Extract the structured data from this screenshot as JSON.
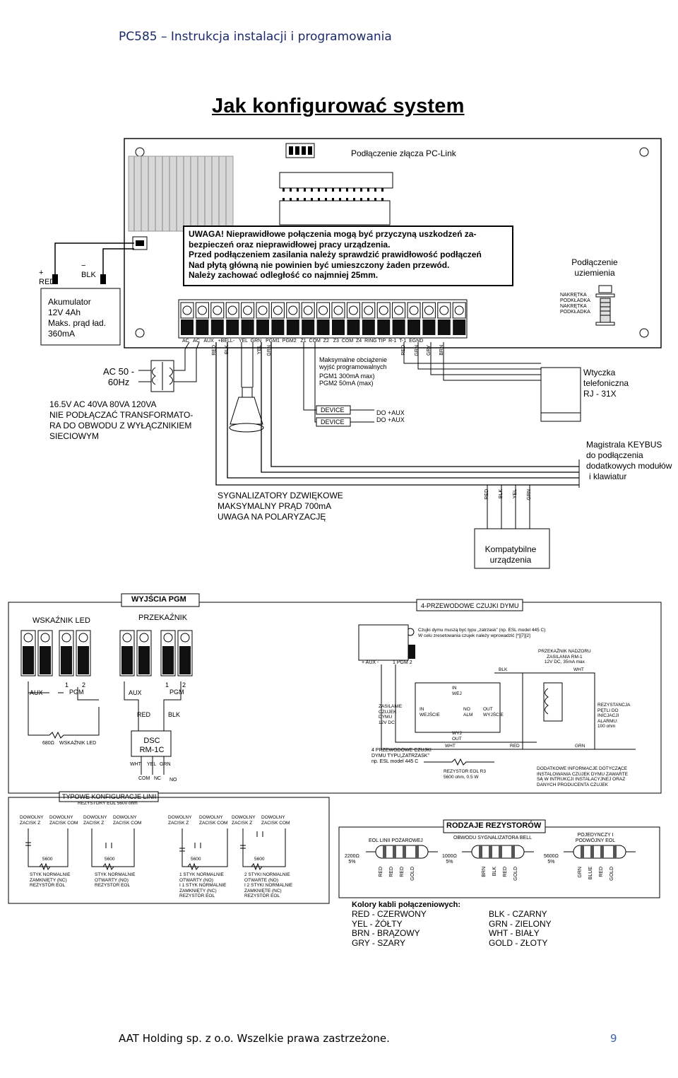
{
  "header": "PC585 – Instrukcja instalacji i programowania",
  "title": "Jak konfigurować system",
  "top": {
    "pclink": "Podłączenie złącza PC-Link",
    "warning": [
      "UWAGA! Nieprawidłowe połączenia mogą być przyczyną uszkodzeń za-",
      "bezpieczeń oraz nieprawidłowej pracy urządzenia.",
      "Przed podłączeniem zasilania należy sprawdzić prawidłowość podłączeń",
      "Nad płytą główną nie powinien być umieszczony żaden przewód.",
      "Należy zachować odległość co najmniej 25mm."
    ],
    "ground": [
      "Podłączenie",
      "uziemienia"
    ],
    "ground_parts": [
      "NAKRĘTKA",
      "PODKŁADKA",
      "NAKRĘTKA",
      "PODKŁADKA"
    ],
    "battery": [
      "Akumulator",
      "12V 4Ah",
      "Maks. prąd ład.",
      "360mA"
    ],
    "red": "RED",
    "blk": "BLK",
    "plus": "+",
    "minus": "−",
    "terminal_labels": "AC   AC   AUX   +BELL-   YEL  GRN   PGM1  PGM2   Z1  COM  Z2   Z3  COM  Z4  RING TIP  R-1  T-1  EGND",
    "wire_colors": [
      "RED",
      "BLK",
      "YEL",
      "GRN",
      "RED",
      "BLK",
      "YEL",
      "GRN",
      "BRN",
      "GRY",
      "BRN",
      "GRY"
    ],
    "ac": [
      "AC 50 -",
      "60Hz"
    ],
    "transformer": [
      "16.5V AC 40VA 80VA 120VA",
      "NIE PODŁĄCZAĆ TRANSFORMATO-",
      "RA DO OBWODU Z WYŁĄCZNIKIEM",
      "SIECIOWYM"
    ],
    "pgm_load": [
      "Maksymalne obciążenie",
      "wyjść programowalnych",
      "PGM1 300mA max)",
      "PGM2 50mA (max)"
    ],
    "device": "DEVICE",
    "do_aux": "DO +AUX",
    "phone": [
      "Wtyczka",
      "telefoniczna",
      "RJ - 31X"
    ],
    "keybus": [
      "Magistrala KEYBUS",
      "do podłączenia",
      "dodatkowych modułów",
      "i klawiatur"
    ],
    "sirens": [
      "SYGNALIZATORY DZWIĘKOWE",
      "MAKSYMALNY PRĄD 700mA",
      "UWAGA NA POLARYZACJĘ"
    ],
    "compatible": [
      "Kompatybilne",
      "urządzenia"
    ],
    "keybus_wires": [
      "RED",
      "BLK",
      "YEL",
      "GRN"
    ]
  },
  "middle": {
    "pgm_title": "WYJŚCIA PGM",
    "led": "WSKAŹNIK LED",
    "relay": "PRZEKAŹNIK",
    "aux": "AUX",
    "pgm": "PGM",
    "one": "1",
    "two": "2",
    "red": "RED",
    "blk": "BLK",
    "resistor680": "680Ω",
    "led_label": "WSKAŹNIK LED",
    "dsc": "DSC",
    "rm1c": "RM-1C",
    "wht": "WHT",
    "yel": "YEL",
    "grn": "GRN",
    "com": "COM",
    "nc": "NC",
    "no": "NO",
    "smoke_title": "4-PRZEWODOWE CZUJKI DYMU",
    "smoke_note": [
      "Czujki dymu muszą być typu „zatrzask” (np. ESL model 445 C)",
      "W celu zresetowania czujek należy wprowadzić [*][7][2]"
    ],
    "smoke_terms": [
      "+ AUX -",
      "1 PGM 2"
    ],
    "relay_nadzor": [
      "PRZEKAŹNIK NADZORU",
      "ZASILANIA RM-1",
      "12V DC, 35mA max"
    ],
    "zasilanie": [
      "ZASILANIE",
      "CZUJEK",
      "DYMU",
      "12V DC"
    ],
    "in_wej": [
      "IN",
      "WEJ"
    ],
    "in": "IN",
    "wejscie": "WEJŚCIE",
    "no_alm": [
      "NO",
      "ALM"
    ],
    "out": "OUT",
    "wyjscie": "WYJŚCIE",
    "wyj_out": [
      "WYJ",
      "OUT"
    ],
    "smoke4": [
      "4 PRZEWODOWE CZUJKI",
      "DYMU TYPU„ZATRZASK”",
      "np. ESL model 445 C"
    ],
    "eol_r3": [
      "REZYSTOR EOL R3",
      "5600 ohm, 0.5 W"
    ],
    "loop_res": [
      "REZYSTANCJA",
      "PĘTLI DO",
      "INICJACJI",
      "ALARMU:",
      "100 ohm"
    ],
    "info": [
      "DODATKOWE INFORMACJE DOTYCZĄCE",
      "INSTALOWANIA CZUJEK DYMU ZAWARTE",
      "SĄ W INTRUKCJI INSTALACYJNEJ  ORAZ",
      "DANYCH PRODUCENTA CZUJEK"
    ]
  },
  "bottom": {
    "typical": "TYPOWE KONFIGURACJE LINII",
    "eol_note": "REZYSTORY EOL 5600 ohm",
    "dowolny": "DOWOLNY",
    "zacisk_z": "ZACISK  Z",
    "zacisk_com": "ZACISK  COM",
    "r5600": "5600",
    "configs": [
      [
        "STYK NORMALNIE",
        "ZAMKNIĘTY (NC)",
        "REZYSTOR EOL"
      ],
      [
        "STYK NORMALNIE",
        "OTWARTY (NO)",
        "REZYSTOR EOL"
      ],
      [
        "1 STYK NORMALNIE",
        "OTWARTY (NO)",
        "I 1 STYK NORMALNIE",
        "ZAMKNIĘTY (NC)",
        "REZYSTOR EOL"
      ],
      [
        "2 STYKI NORMALNIE",
        "OTWARTE (NO)",
        "I 2 STYKI NORMALNIE",
        "ZAMKNIĘTE (NC)",
        "REZYSTOR EOL"
      ]
    ],
    "res_title": "RODZAJE REZYSTORÓW",
    "res_groups": [
      {
        "name": "EOL LINII POŻAROWEJ",
        "value": "2200Ω",
        "tol": "5%",
        "bands": [
          "RED",
          "RED",
          "RED",
          "GOLD"
        ]
      },
      {
        "name": "OBWODU SYGNALIZATORA BELL",
        "value": "1000Ω",
        "tol": "5%",
        "bands": [
          "BRN",
          "BLK",
          "RED",
          "GOLD"
        ]
      },
      {
        "name": "POJEDYNCZY I PODWÓJNY EOL",
        "value": "5600Ω",
        "tol": "5%",
        "bands": [
          "GRN",
          "BLUE",
          "RED",
          "GOLD"
        ]
      }
    ],
    "colors_title": "Kolory kabli połączeniowych:",
    "colors_left": [
      "RED  - CZERWONY",
      "YEL  - ŻÓŁTY",
      "BRN  - BRĄZOWY",
      "GRY  - SZARY"
    ],
    "colors_right": [
      "BLK  - CZARNY",
      "GRN  - ZIELONY",
      "WHT  - BIAŁY",
      "GOLD - ZŁOTY"
    ]
  },
  "footer": {
    "company": "AAT Holding sp. z o.o.  Wszelkie prawa zastrzeżone.",
    "page": "9"
  }
}
